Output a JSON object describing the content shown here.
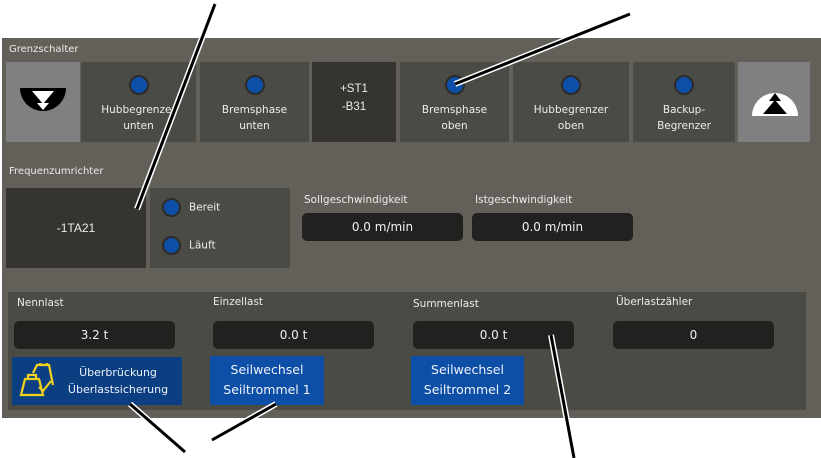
{
  "limit_switches": {
    "title": "Grenzschalter",
    "down_button": {
      "icon": "arrow-down-icon"
    },
    "up_button": {
      "icon": "arrow-up-icon"
    },
    "tiles": [
      {
        "line1": "Hubbegrenzer",
        "line2": "unten",
        "led_color": "#0d4fa6"
      },
      {
        "line1": "Bremsphase",
        "line2": "unten",
        "led_color": "#0d4fa6"
      },
      {
        "line1": "+ST1",
        "line2": "-B31"
      },
      {
        "line1": "Bremsphase",
        "line2": "oben",
        "led_color": "#0d4fa6"
      },
      {
        "line1": "Hubbegrenzer",
        "line2": "oben",
        "led_color": "#0d4fa6"
      },
      {
        "line1": "Backup-",
        "line2": "Begrenzer",
        "led_color": "#0d4fa6"
      }
    ]
  },
  "frequency_converter": {
    "title": "Frequenzumrichter",
    "device_id": "-1TA21",
    "status": [
      {
        "label": "Bereit",
        "led_color": "#0d4fa6"
      },
      {
        "label": "Läuft",
        "led_color": "#0d4fa6"
      }
    ],
    "target_speed": {
      "label": "Sollgeschwindigkeit",
      "value": "0.0 m/min"
    },
    "actual_speed": {
      "label": "Istgeschwindigkeit",
      "value": "0.0 m/min"
    }
  },
  "loads": {
    "rated_load": {
      "label": "Nennlast",
      "value": "3.2 t"
    },
    "single_load": {
      "label": "Einzellast",
      "value": "0.0 t"
    },
    "total_load": {
      "label": "Summenlast",
      "value": "0.0 t"
    },
    "overload_counter": {
      "label": "Überlastzähler",
      "value": "0"
    },
    "bypass_button": {
      "line1": "Überbrückung",
      "line2": "Überlastsicherung",
      "icon": "weights-check-icon"
    },
    "rope_change_1": {
      "line1": "Seilwechsel",
      "line2": "Seiltrommel 1"
    },
    "rope_change_2": {
      "line1": "Seilwechsel",
      "line2": "Seiltrommel 2"
    }
  },
  "colors": {
    "panel_bg": "#626058",
    "tile_bg": "#4b4b46",
    "accent_blue": "#0d4fa6",
    "icon_yellow": "#f3d21f"
  }
}
